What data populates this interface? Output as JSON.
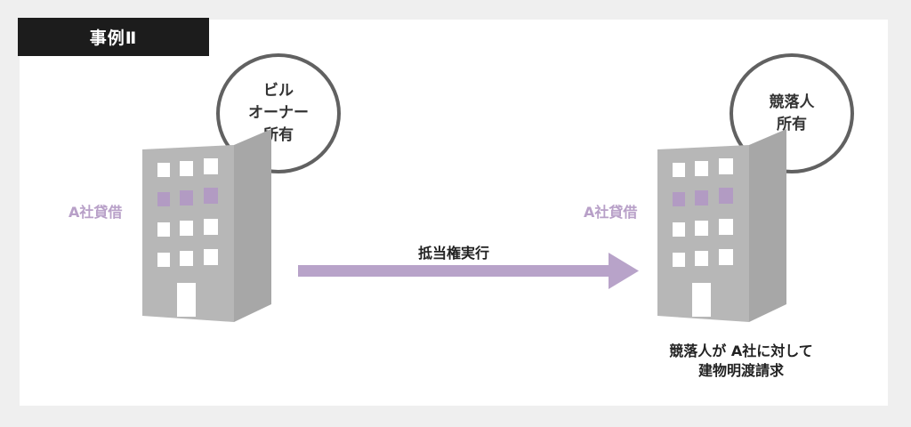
{
  "case_tag": "事例Ⅱ",
  "left": {
    "owner_lines": [
      "ビル",
      "オーナー",
      "所有"
    ],
    "lease_label": "A社貸借"
  },
  "right": {
    "owner_lines": [
      "競落人",
      "所有"
    ],
    "lease_label": "A社貸借"
  },
  "arrow_label": "抵当権実行",
  "note_lines": [
    "競落人が A社に対して",
    "建物明渡請求"
  ],
  "colors": {
    "building": "#b7b7b7",
    "building_side": "#a7a7a7",
    "window": "#ffffff",
    "highlight_window": "#b29bc3",
    "arrow": "#b8a3c9",
    "tag_bg": "#1c1c1c",
    "circle_border": "#616161"
  }
}
